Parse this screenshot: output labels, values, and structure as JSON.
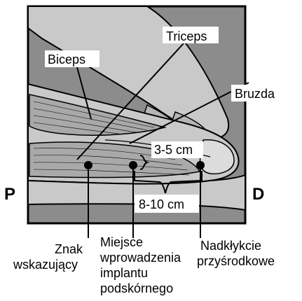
{
  "labels": {
    "biceps": "Biceps",
    "triceps": "Triceps",
    "bruzda": "Bruzda",
    "distance_small": "3-5 cm",
    "distance_large": "8-10 cm",
    "side_p": "P",
    "side_d": "D",
    "znak_line1": "Znak",
    "znak_line2": "wskazujący",
    "miejsce_line1": "Miejsce",
    "miejsce_line2": "wprowadzenia",
    "miejsce_line3": "implantu",
    "miejsce_line4": "podskórnego",
    "nadklykcie_line1": "Nadkłykcie",
    "nadklykcie_line2": "przyśrodkowe"
  },
  "colors": {
    "skin": "#c9c9c9",
    "muscle": "#a9a9a9",
    "frame_bg": "#8c8c8c",
    "ink": "#000000"
  }
}
